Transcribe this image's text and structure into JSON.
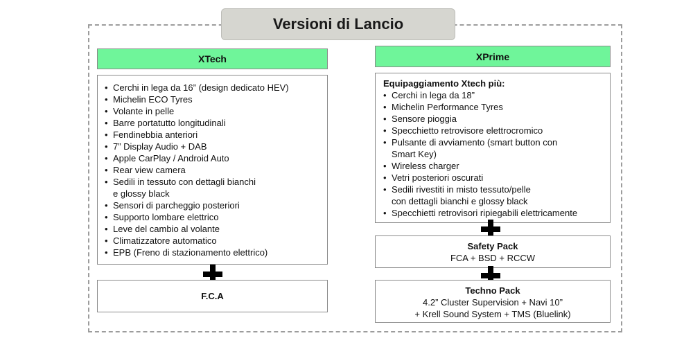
{
  "title": "Versioni di Lancio",
  "xtech": {
    "header": "XTech",
    "items": [
      "Cerchi in lega da 16” (design dedicato HEV)",
      "Michelin ECO Tyres",
      "Volante in pelle",
      "Barre portatutto longitudinali",
      "Fendinebbia anteriori",
      "7” Display Audio + DAB",
      "Apple CarPlay  / Android Auto",
      "Rear view camera",
      "Sedili in tessuto con dettagli bianchi\n e glossy black",
      "Sensori di parcheggio posteriori",
      "Supporto lombare elettrico",
      "Leve del cambio al volante",
      "Climatizzatore automatico",
      "EPB (Freno di stazionamento elettrico)"
    ],
    "extra": "F.C.A"
  },
  "xprime": {
    "header": "XPrime",
    "intro": "Equipaggiamento Xtech più:",
    "items": [
      "Cerchi in lega da 18”",
      "Michelin Performance Tyres",
      "Sensore pioggia",
      "Specchietto retrovisore elettrocromico",
      "Pulsante di avviamento (smart button con\nSmart Key)",
      "Wireless charger",
      "Vetri posteriori oscurati",
      "Sedili rivestiti in misto tessuto/pelle\ncon dettagli bianchi e glossy black",
      "Specchietti retrovisori ripiegabili elettricamente"
    ],
    "safety_title": "Safety Pack",
    "safety_text": "FCA + BSD + RCCW",
    "techno_title": "Techno Pack",
    "techno_line1": "4.2” Cluster Supervision + Navi 10”",
    "techno_line2": "+ Krell Sound System + TMS (Bluelink)"
  }
}
